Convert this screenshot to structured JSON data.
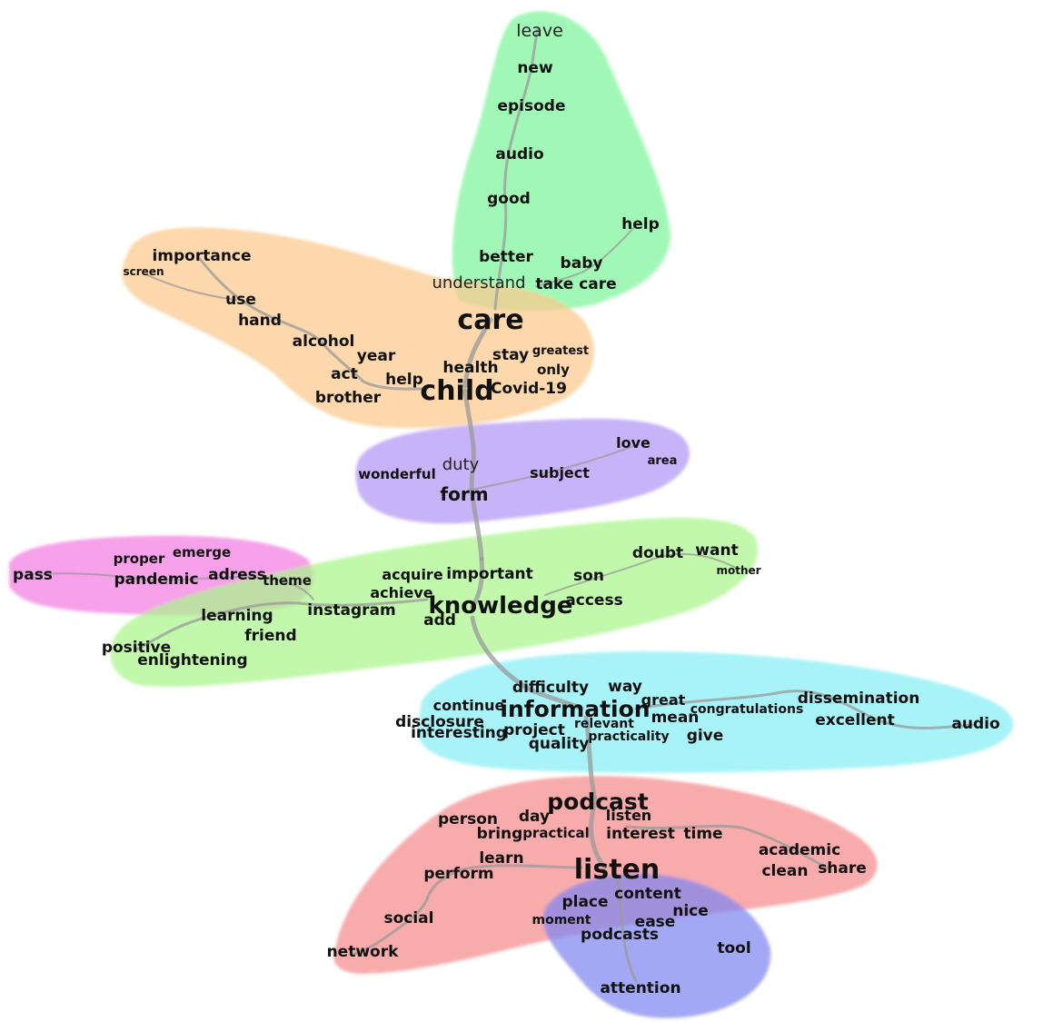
{
  "clusters": [
    {
      "id": "green-top",
      "color": "#7ef59a"
    },
    {
      "id": "orange",
      "color": "#fbc98c"
    },
    {
      "id": "purple",
      "color": "#b295f5"
    },
    {
      "id": "pink",
      "color": "#f27de0"
    },
    {
      "id": "lime",
      "color": "#a9f58a"
    },
    {
      "id": "cyan",
      "color": "#86eef5"
    },
    {
      "id": "red",
      "color": "#f58a8a"
    },
    {
      "id": "blue",
      "color": "#7f86f0"
    }
  ],
  "words": [
    {
      "text": "leave"
    },
    {
      "text": "new"
    },
    {
      "text": "episode"
    },
    {
      "text": "audio"
    },
    {
      "text": "good"
    },
    {
      "text": "help"
    },
    {
      "text": "better"
    },
    {
      "text": "baby"
    },
    {
      "text": "understand"
    },
    {
      "text": "take care"
    },
    {
      "text": "importance"
    },
    {
      "text": "screen"
    },
    {
      "text": "use"
    },
    {
      "text": "hand"
    },
    {
      "text": "care"
    },
    {
      "text": "alcohol"
    },
    {
      "text": "year"
    },
    {
      "text": "stay"
    },
    {
      "text": "greatest"
    },
    {
      "text": "act"
    },
    {
      "text": "help"
    },
    {
      "text": "health"
    },
    {
      "text": "only"
    },
    {
      "text": "brother"
    },
    {
      "text": "child"
    },
    {
      "text": "Covid-19"
    },
    {
      "text": "love"
    },
    {
      "text": "area"
    },
    {
      "text": "duty"
    },
    {
      "text": "wonderful"
    },
    {
      "text": "subject"
    },
    {
      "text": "form"
    },
    {
      "text": "pass"
    },
    {
      "text": "proper"
    },
    {
      "text": "emerge"
    },
    {
      "text": "pandemic"
    },
    {
      "text": "adress"
    },
    {
      "text": "theme"
    },
    {
      "text": "doubt"
    },
    {
      "text": "want"
    },
    {
      "text": "mother"
    },
    {
      "text": "acquire"
    },
    {
      "text": "important"
    },
    {
      "text": "son"
    },
    {
      "text": "achieve"
    },
    {
      "text": "knowledge"
    },
    {
      "text": "access"
    },
    {
      "text": "instagram"
    },
    {
      "text": "learning"
    },
    {
      "text": "add"
    },
    {
      "text": "friend"
    },
    {
      "text": "positive"
    },
    {
      "text": "enlightening"
    },
    {
      "text": "difficulty"
    },
    {
      "text": "way"
    },
    {
      "text": "dissemination"
    },
    {
      "text": "continue"
    },
    {
      "text": "information"
    },
    {
      "text": "great"
    },
    {
      "text": "congratulations"
    },
    {
      "text": "disclosure"
    },
    {
      "text": "mean"
    },
    {
      "text": "excellent"
    },
    {
      "text": "relevant"
    },
    {
      "text": "audio"
    },
    {
      "text": "interesting"
    },
    {
      "text": "project"
    },
    {
      "text": "practicality"
    },
    {
      "text": "give"
    },
    {
      "text": "quality"
    },
    {
      "text": "podcast"
    },
    {
      "text": "person"
    },
    {
      "text": "day"
    },
    {
      "text": "listen"
    },
    {
      "text": "bring"
    },
    {
      "text": "practical"
    },
    {
      "text": "interest"
    },
    {
      "text": "time"
    },
    {
      "text": "academic"
    },
    {
      "text": "learn"
    },
    {
      "text": "listen"
    },
    {
      "text": "clean"
    },
    {
      "text": "share"
    },
    {
      "text": "perform"
    },
    {
      "text": "content"
    },
    {
      "text": "place"
    },
    {
      "text": "nice"
    },
    {
      "text": "social"
    },
    {
      "text": "moment"
    },
    {
      "text": "ease"
    },
    {
      "text": "podcasts"
    },
    {
      "text": "tool"
    },
    {
      "text": "network"
    },
    {
      "text": "attention"
    }
  ]
}
